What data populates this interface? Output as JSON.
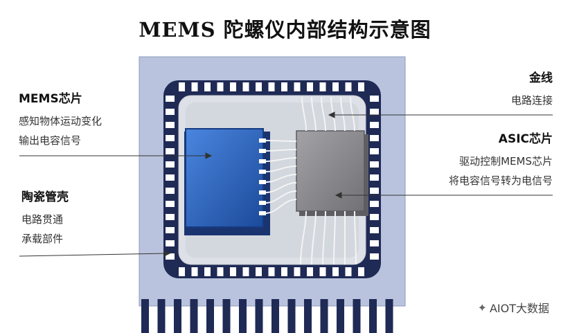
{
  "title": "MEMS 陀螺仪内部结构示意图",
  "labels": {
    "mems_chip": {
      "head": "MEMS芯片",
      "lines": [
        "感知物体运动变化",
        "输出电容信号"
      ]
    },
    "ceramic_shell": {
      "head": "陶瓷管壳",
      "lines": [
        "电路贯通",
        "承载部件"
      ]
    },
    "gold_wire": {
      "head": "金线",
      "lines": [
        "电路连接"
      ]
    },
    "asic_chip": {
      "head": "ASIC芯片",
      "lines": [
        "驱动控制MEMS芯片",
        "将电容信号转为电信号"
      ]
    }
  },
  "watermark": {
    "icon": "wechat-icon",
    "text": "AIOT大数据"
  },
  "colors": {
    "package": "#b9c3dd",
    "cavity": "#dde0e6",
    "pad_frame": "#1f2a55",
    "pad": "#ffffff",
    "mems": "#2f66c0",
    "asic": "#8c8b8f",
    "wire": "#f2f2f2"
  }
}
